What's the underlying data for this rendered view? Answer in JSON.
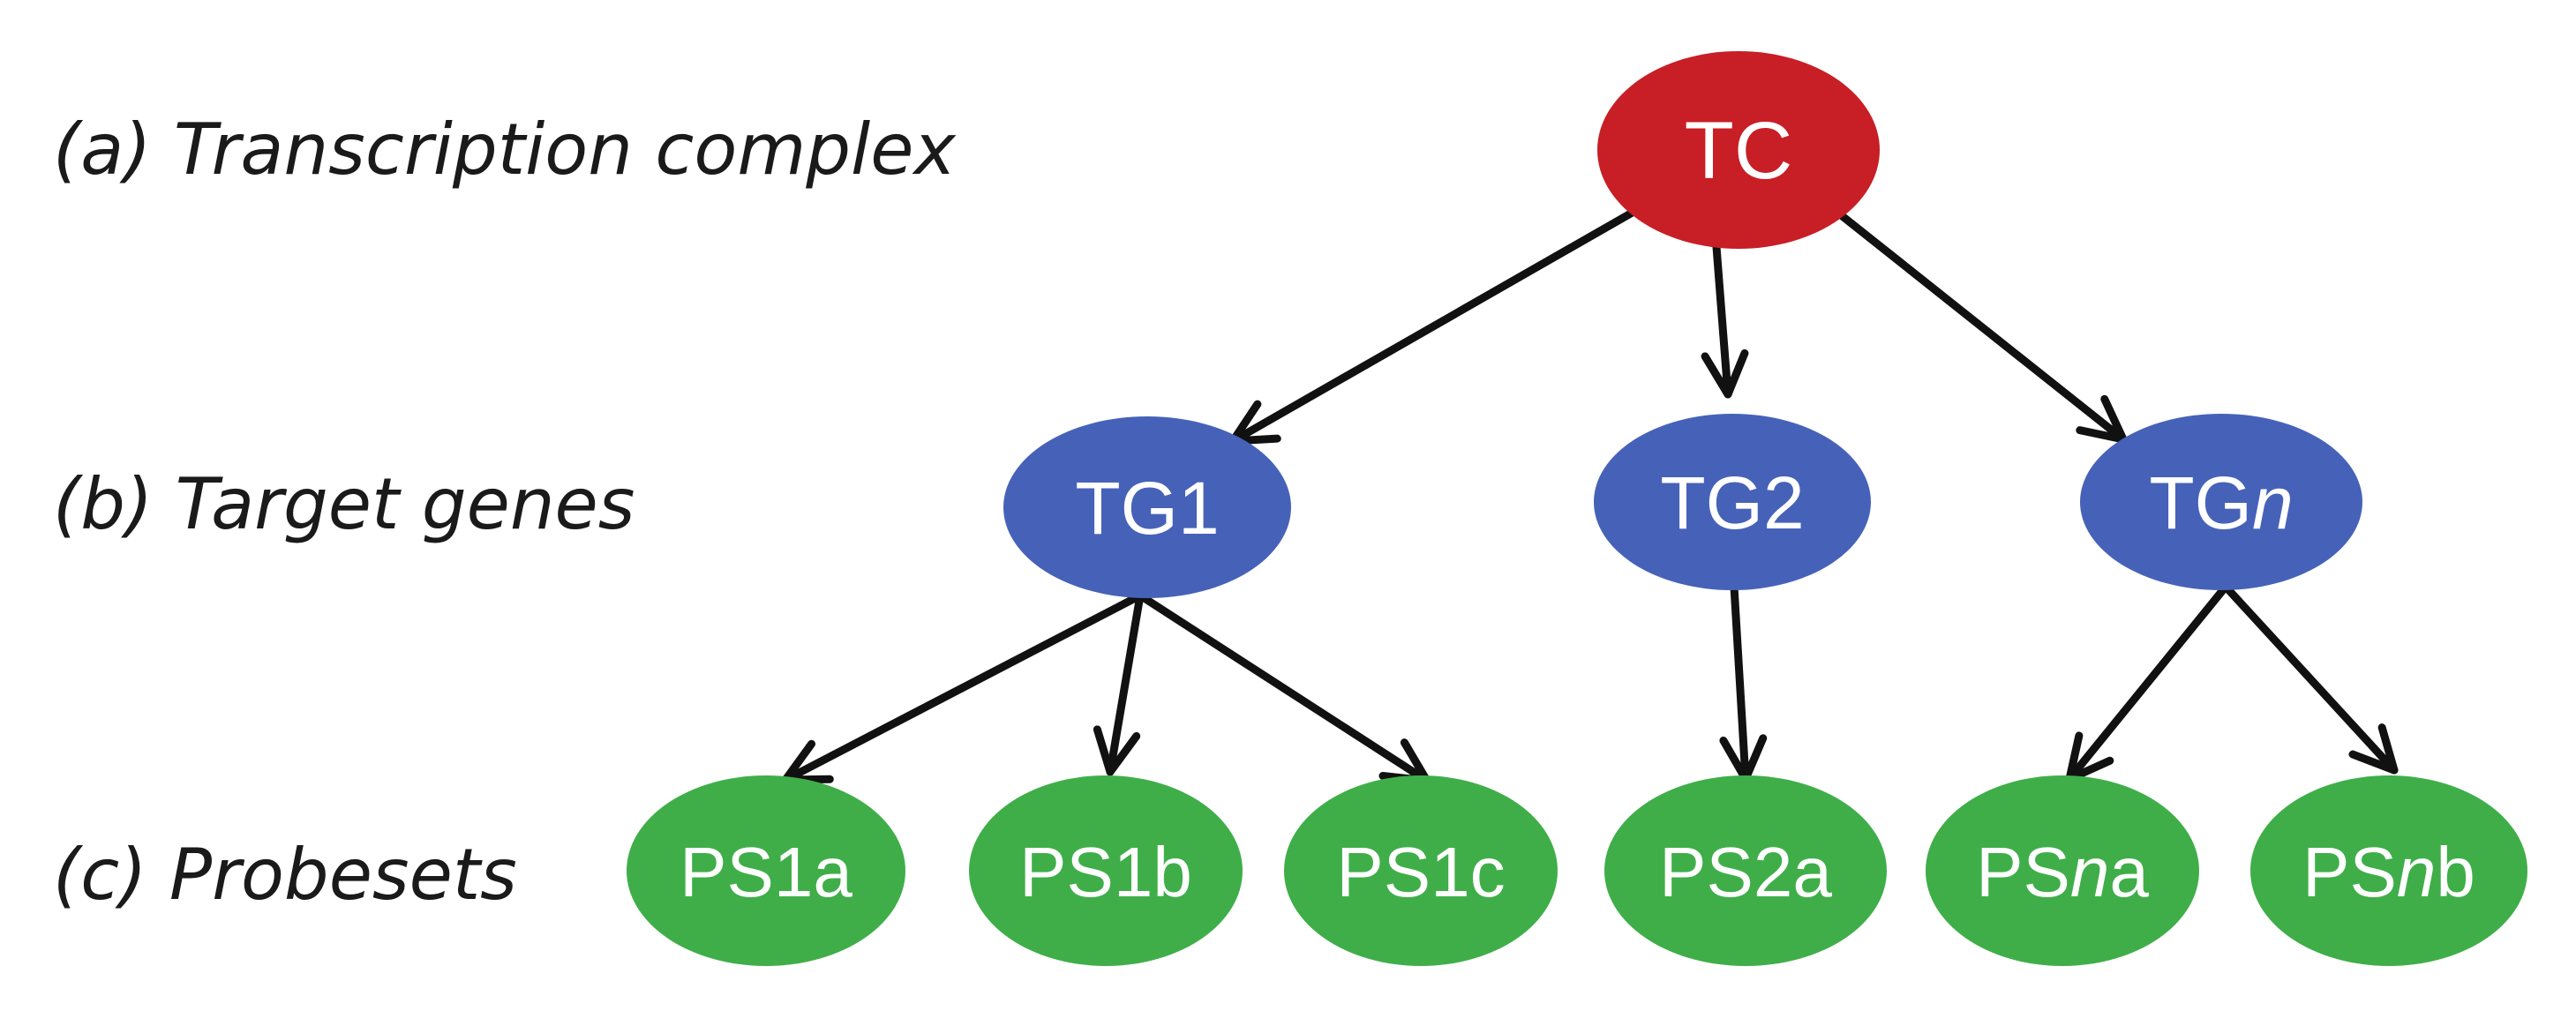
{
  "levels": {
    "a": "(a) Transcription complex",
    "b": "(b) Target genes",
    "c": "(c) Probesets"
  },
  "colors": {
    "complex": "#c81e26",
    "gene": "#4662b8",
    "probeset": "#3fae49",
    "edge": "#111111"
  },
  "nodes": {
    "tc": {
      "prefix": "TC",
      "italic": "",
      "suffix": ""
    },
    "tg1": {
      "prefix": "TG1",
      "italic": "",
      "suffix": ""
    },
    "tg2": {
      "prefix": "TG2",
      "italic": "",
      "suffix": ""
    },
    "tgn": {
      "prefix": "TG",
      "italic": "n",
      "suffix": ""
    },
    "ps1a": {
      "prefix": "PS1a",
      "italic": "",
      "suffix": ""
    },
    "ps1b": {
      "prefix": "PS1b",
      "italic": "",
      "suffix": ""
    },
    "ps1c": {
      "prefix": "PS1c",
      "italic": "",
      "suffix": ""
    },
    "ps2a": {
      "prefix": "PS2a",
      "italic": "",
      "suffix": ""
    },
    "psna": {
      "prefix": "PS",
      "italic": "n",
      "suffix": "a"
    },
    "psnb": {
      "prefix": "PS",
      "italic": "n",
      "suffix": "b"
    }
  }
}
